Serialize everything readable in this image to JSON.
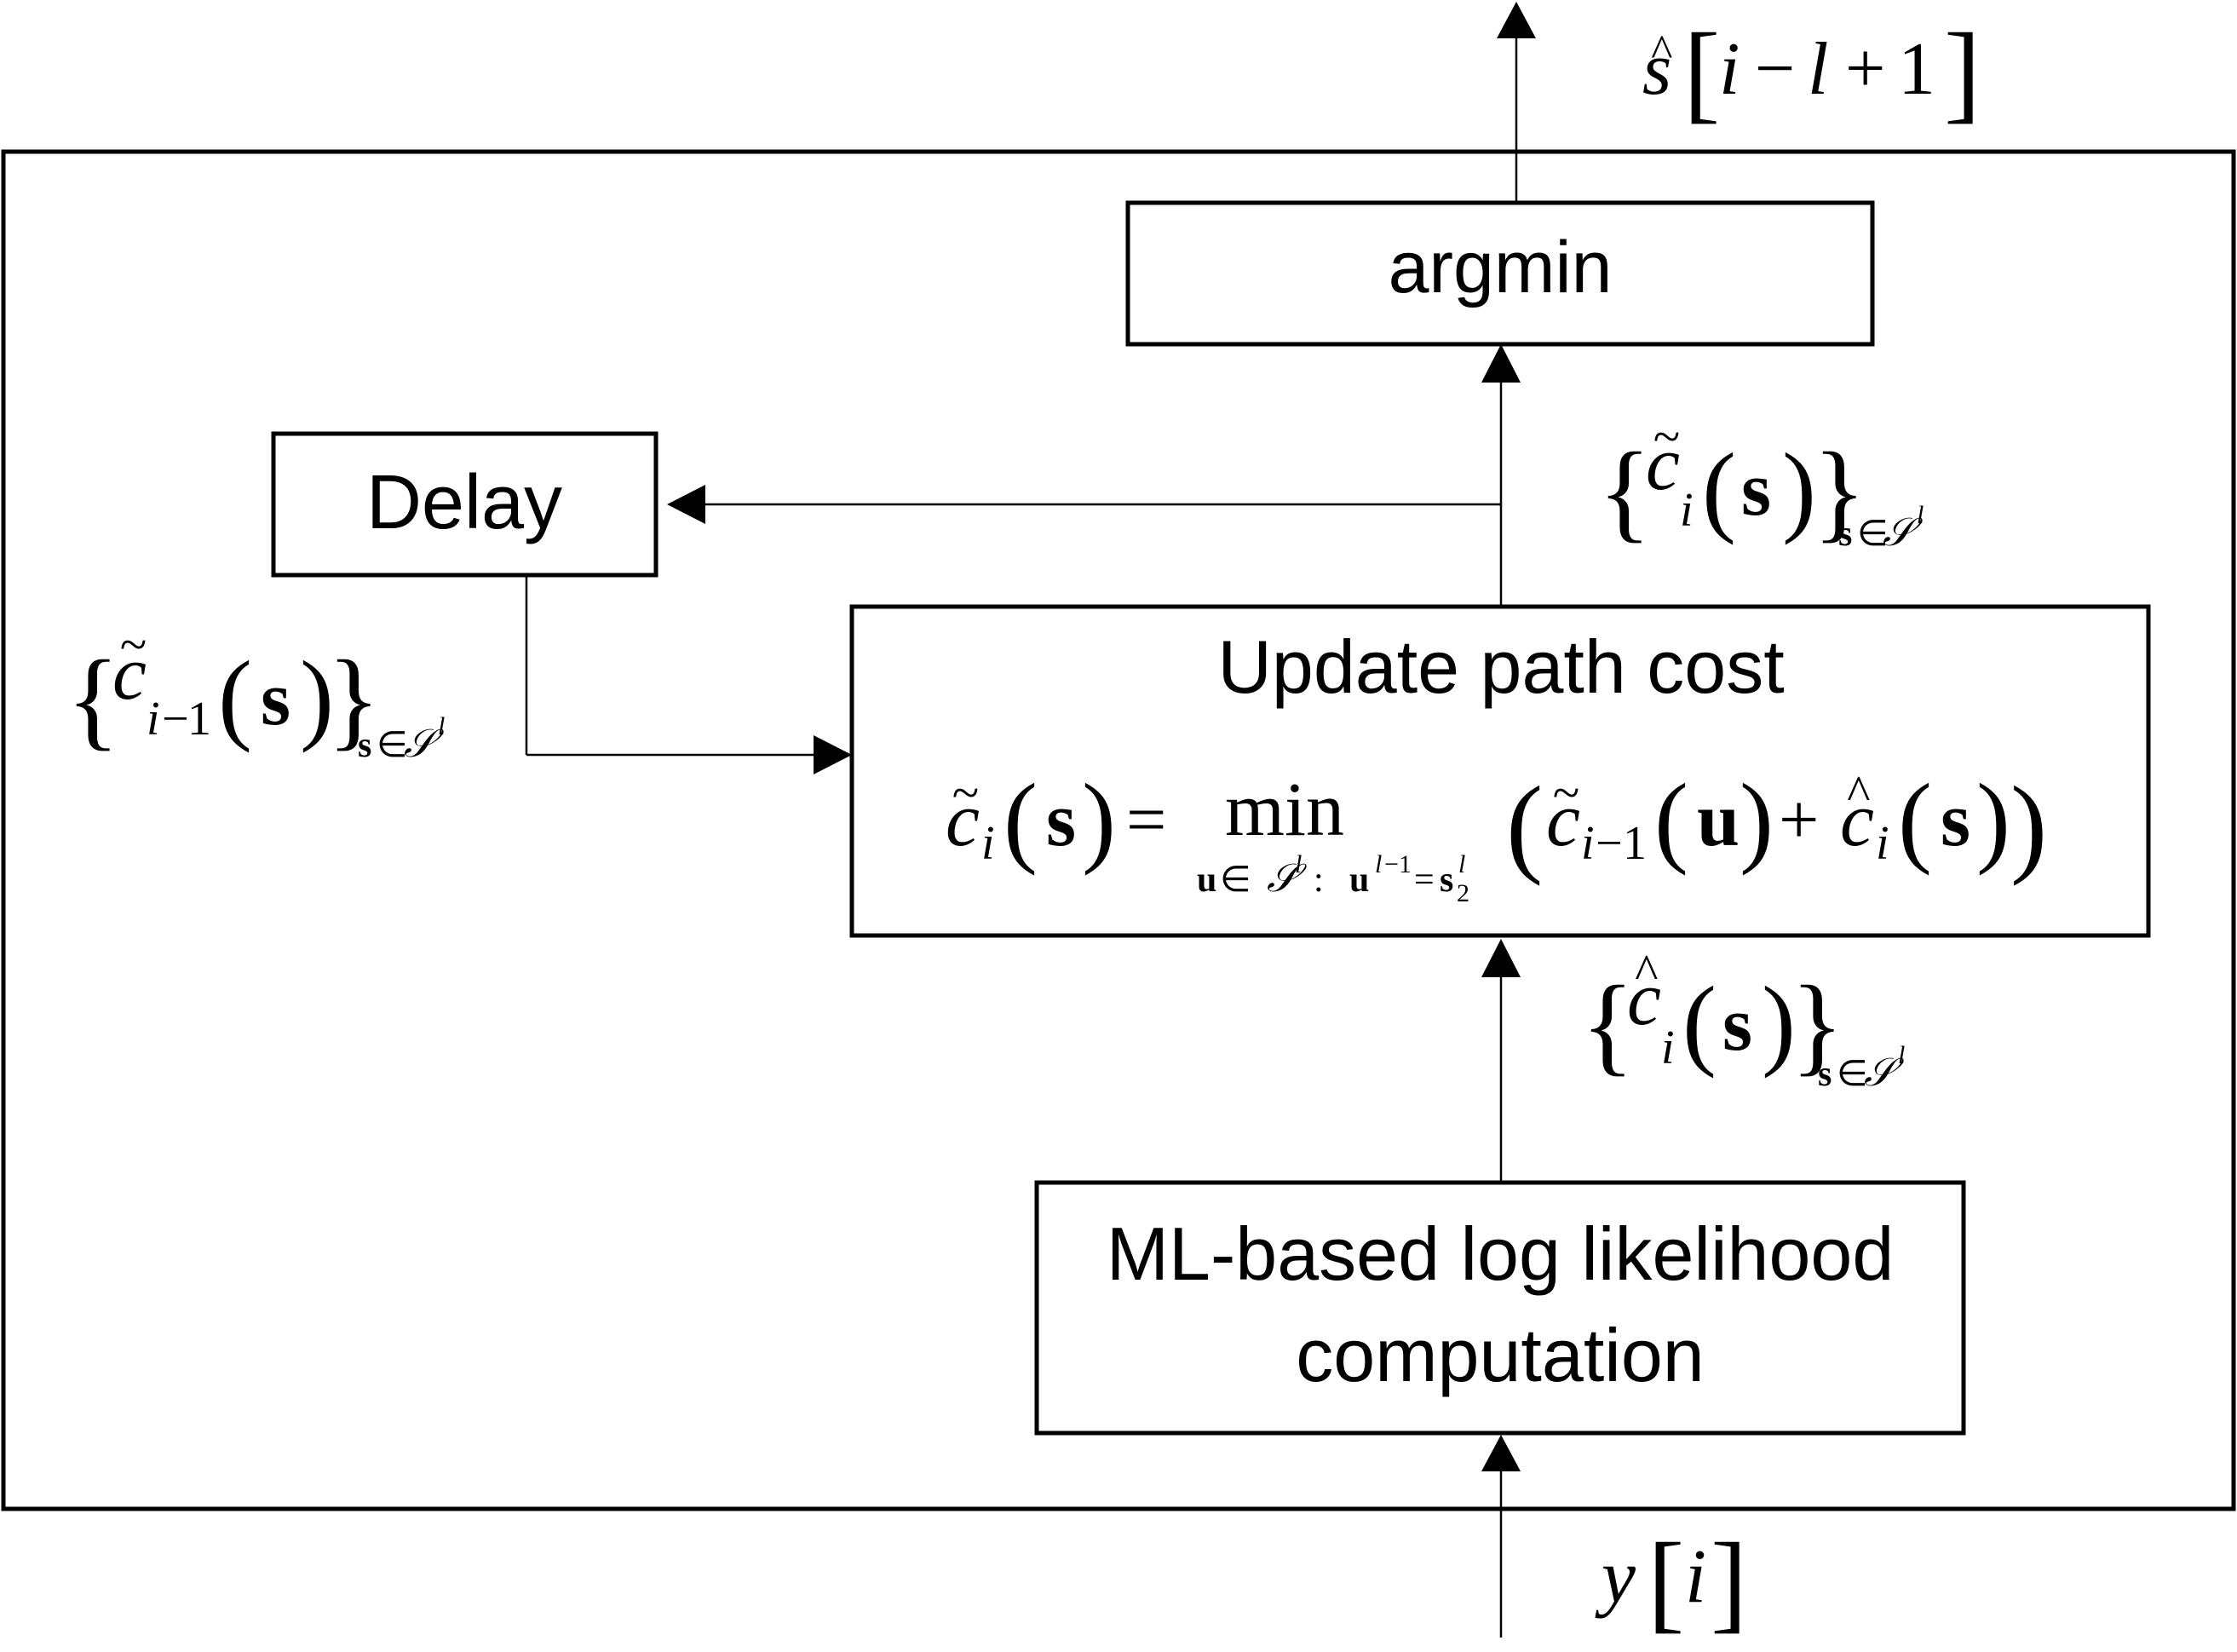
{
  "diagram": {
    "blocks": {
      "argmin": "argmin",
      "delay": "Delay",
      "update_title": "Update path cost",
      "ml_line1": "ML-based log likelihood",
      "ml_line2": "computation"
    },
    "math": {
      "s": "s",
      "u": "u",
      "c": "c",
      "i": "i",
      "l": "l",
      "y": "y",
      "min": "min",
      "minus": "−",
      "plus": "+",
      "equals": "=",
      "one": "1",
      "two": "2",
      "colon": ":",
      "elem": "∈",
      "script_s": "𝒮",
      "tilde": "~",
      "hat": "^",
      "lbrace": "{",
      "rbrace": "}",
      "lparen": "(",
      "rparen": ")",
      "lbracket": "[",
      "rbracket": "]"
    }
  }
}
